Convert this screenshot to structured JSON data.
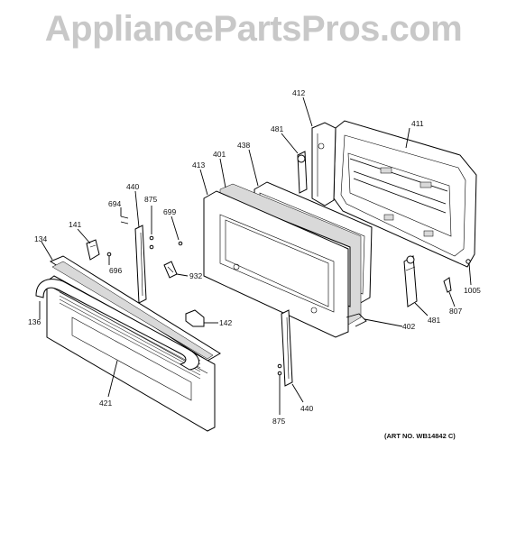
{
  "watermark": "AppliancePartsPros.com",
  "art_number": "(ART NO. WB14842 C)",
  "callouts": {
    "c412": "412",
    "c411": "411",
    "c481a": "481",
    "c438": "438",
    "c401": "401",
    "c413": "413",
    "c440a": "440",
    "c875a": "875",
    "c694": "694",
    "c699": "699",
    "c141": "141",
    "c134": "134",
    "c696": "696",
    "c932": "932",
    "c136": "136",
    "c142": "142",
    "c421": "421",
    "c402": "402",
    "c481b": "481",
    "c807": "807",
    "c1005": "1005",
    "c440b": "440",
    "c875b": "875"
  }
}
